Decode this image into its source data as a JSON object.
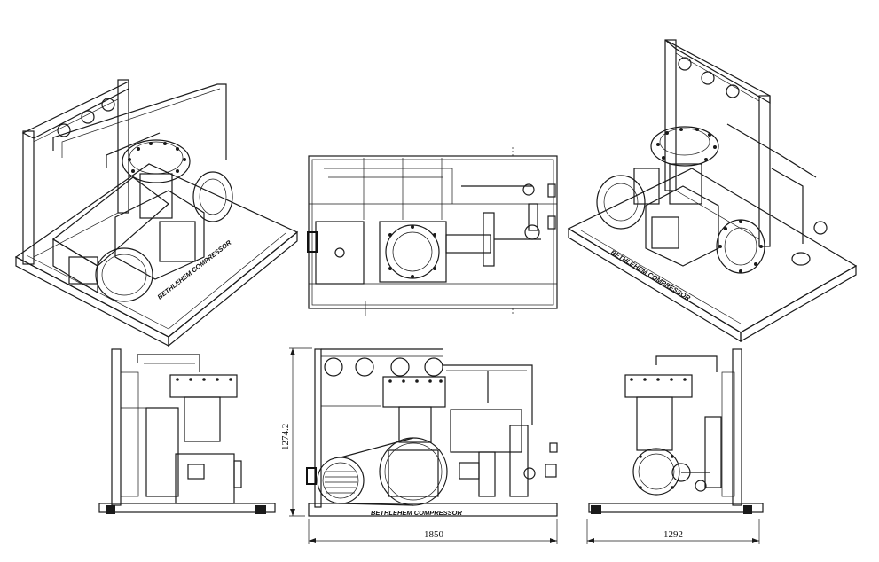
{
  "views": {
    "iso_left": {
      "stamp": "BETHLEHEM COMPRESSOR"
    },
    "iso_right": {
      "stamp": "BETHLEHEM COMPRESSOR"
    },
    "front": {
      "stamp": "BETHLEHEM COMPRESSOR"
    }
  },
  "dimensions": {
    "height": "1274.2",
    "width_front": "1850",
    "width_side": "1292"
  }
}
